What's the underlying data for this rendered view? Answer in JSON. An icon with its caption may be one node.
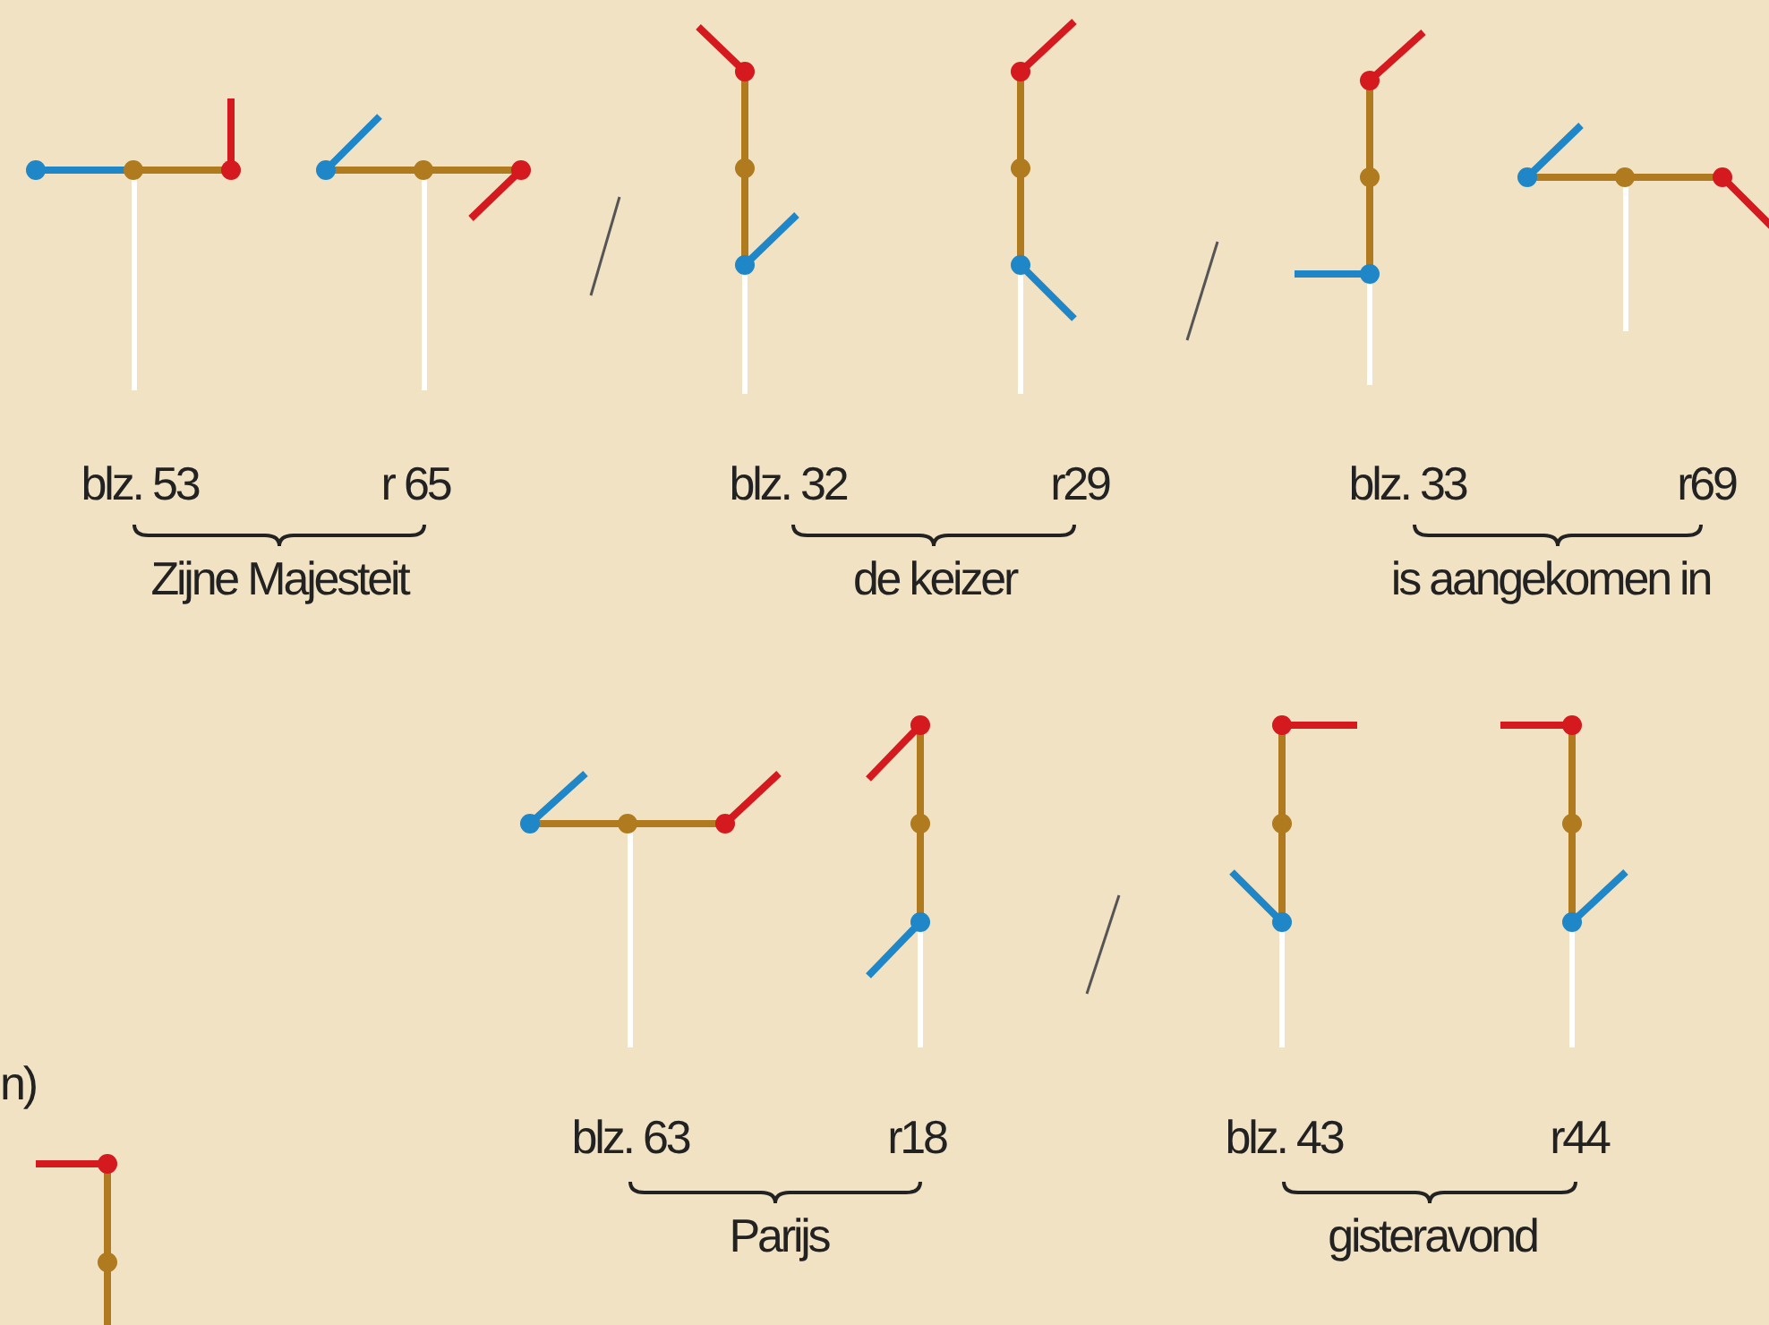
{
  "diagram": {
    "labels": [
      "blz. 53",
      "r 65",
      "blz. 32",
      "r29",
      "blz. 33",
      "r69",
      "Zijne Majesteit",
      "de keizer",
      "is aangekomen in",
      "n)",
      "blz. 63",
      "r18",
      "blz. 43",
      "r44",
      "Parijs",
      "gisteravond"
    ]
  }
}
